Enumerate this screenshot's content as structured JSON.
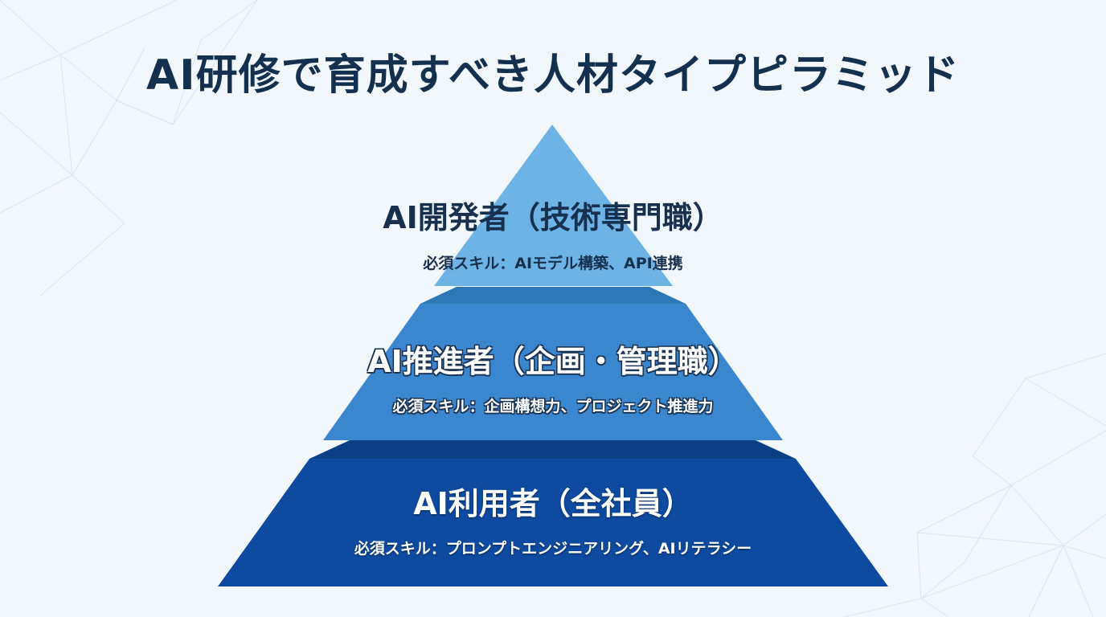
{
  "title": "AI研修で育成すべき人材タイプピラミッド",
  "colors": {
    "background": "#f2f7fc",
    "title_text": "#14304f",
    "tier_top": "#6db3e6",
    "tier_middle": "#3a86cf",
    "tier_middle_bevel": "#2f78b8",
    "tier_bottom": "#0d4aa0",
    "tier_bottom_bevel": "#0a3f86"
  },
  "pyramid": {
    "tiers": [
      {
        "level": "top",
        "heading": "AI開発者（技術専門職）",
        "skills": "必須スキル：AIモデル構築、API連携"
      },
      {
        "level": "middle",
        "heading": "AI推進者（企画・管理職）",
        "skills": "必須スキル：企画構想力、プロジェクト推進力"
      },
      {
        "level": "bottom",
        "heading": "AI利用者（全社員）",
        "skills": "必須スキル：プロンプトエンジニアリング、AIリテラシー"
      }
    ]
  }
}
